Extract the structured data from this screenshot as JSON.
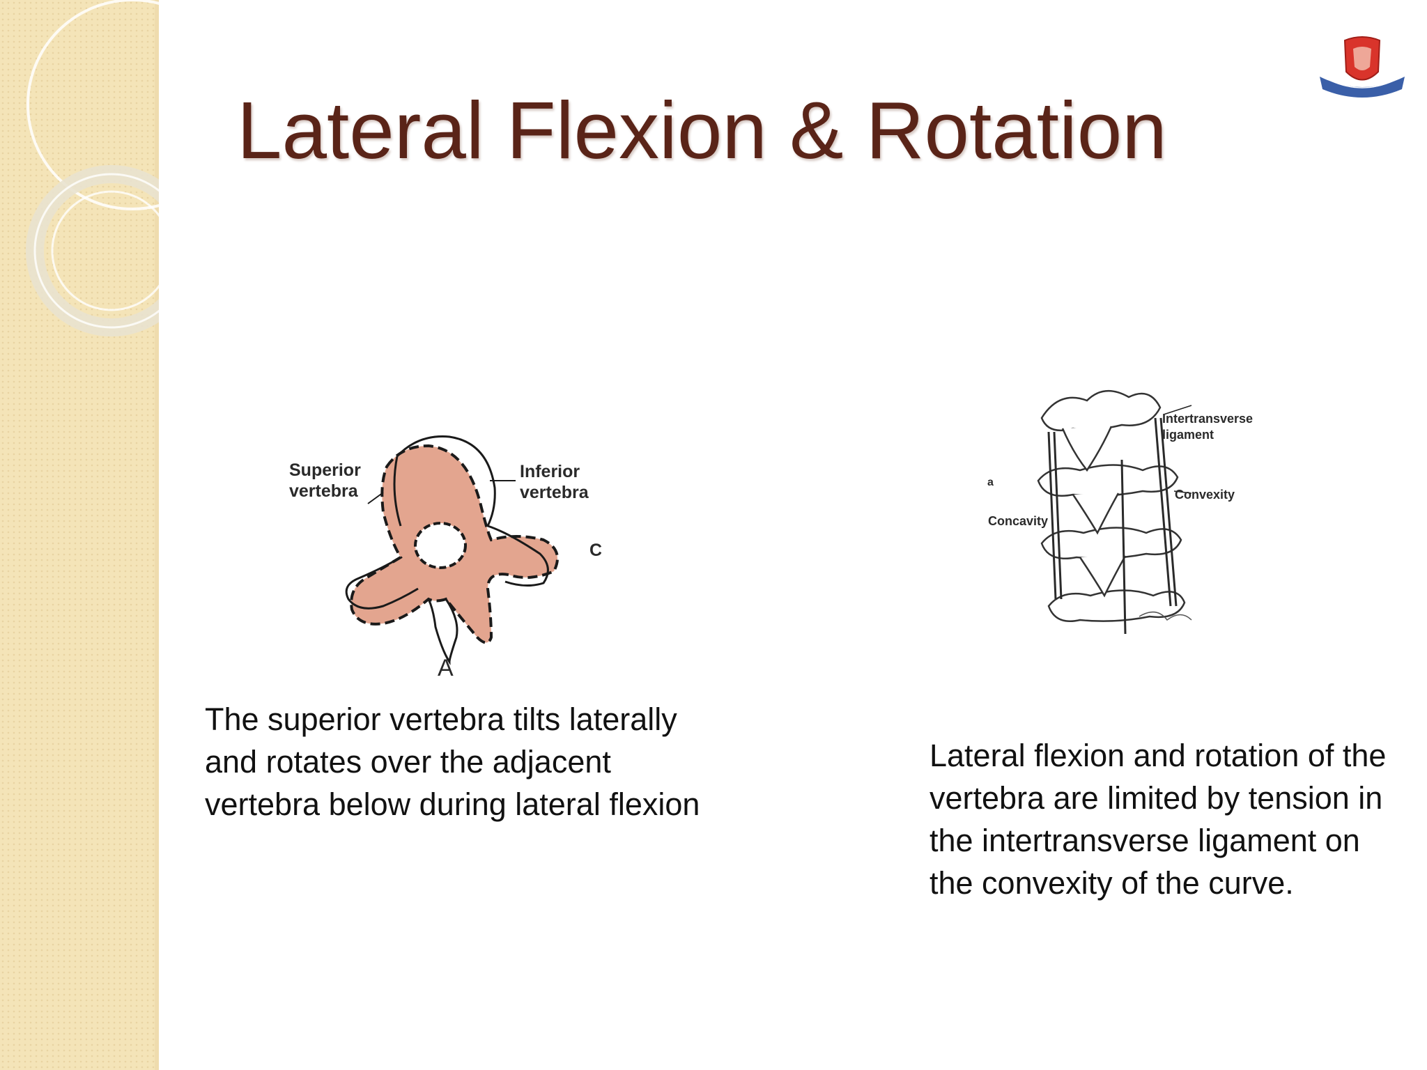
{
  "slide": {
    "title": "Lateral Flexion & Rotation",
    "logo": {
      "icon": "college-crest-logo",
      "colors": {
        "shield": "#d9342b",
        "ribbon": "#3a5fa8"
      }
    },
    "figure_left": {
      "labels": {
        "superior_line1": "Superior",
        "superior_line2": "vertebra",
        "inferior_line1": "Inferior",
        "inferior_line2": "vertebra",
        "letter": "A",
        "cut_letter": "C"
      },
      "colors": {
        "fill": "#e3a58f",
        "outline": "#1a1a1a"
      }
    },
    "figure_right": {
      "labels": {
        "intertransverse_line1": "Intertransverse",
        "intertransverse_line2": "ligament",
        "convexity": "Convexity",
        "concavity": "Concavity",
        "cut_letter": "a"
      }
    },
    "caption_left": "The superior vertebra tilts laterally and rotates over the adjacent vertebra below during lateral flexion",
    "caption_right": "Lateral flexion and rotation of the vertebra are limited by tension in the intertransverse ligament on the convexity of the curve.",
    "theme": {
      "title_color": "#5a2418",
      "band_color": "#f4e4b8"
    }
  }
}
